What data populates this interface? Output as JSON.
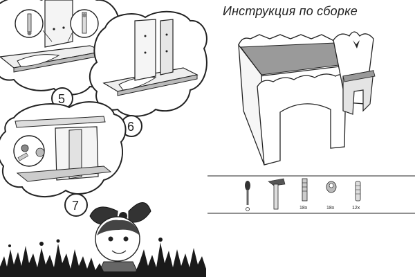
{
  "title": "Инструкция по сборке",
  "steps": [
    {
      "number": "5"
    },
    {
      "number": "6"
    },
    {
      "number": "7"
    }
  ],
  "tools": [
    {
      "icon": "screwdriver-icon",
      "qty": ""
    },
    {
      "icon": "hammer-icon",
      "qty": ""
    },
    {
      "icon": "cam-bolt-icon",
      "qty": "18x"
    },
    {
      "icon": "cam-lock-icon",
      "qty": "18x"
    },
    {
      "icon": "dowel-icon",
      "qty": "12x"
    }
  ]
}
